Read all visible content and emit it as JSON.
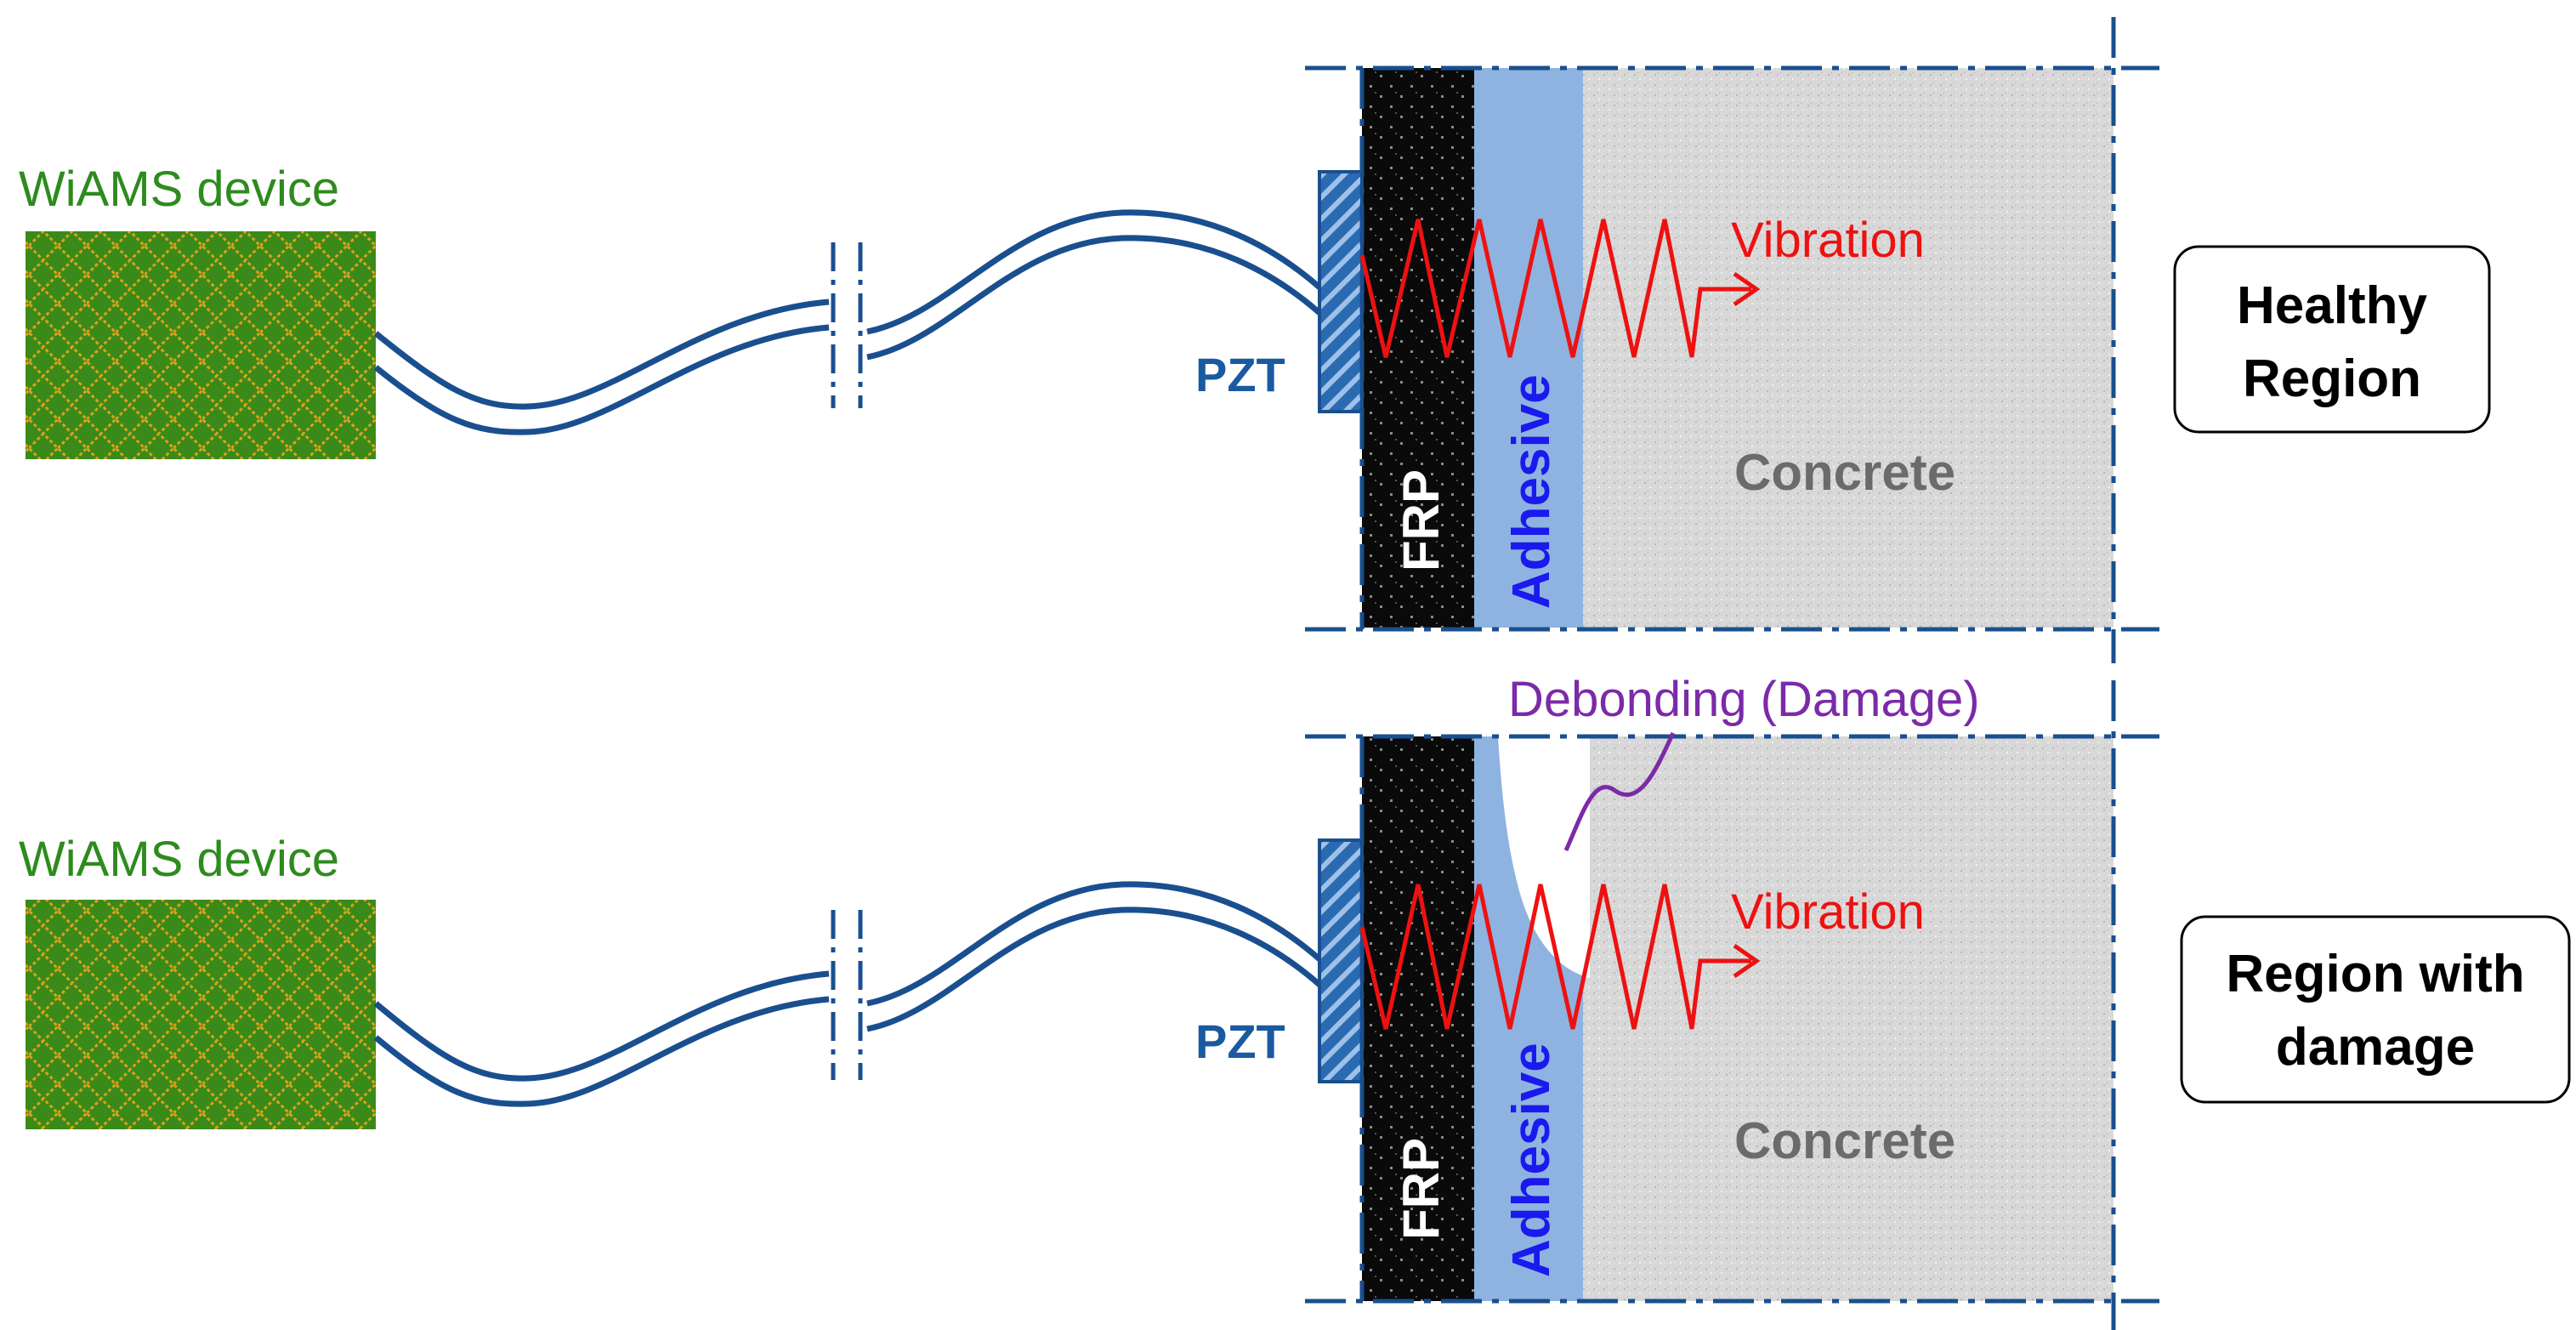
{
  "top_panel": {
    "device_label": "WiAMS device",
    "pzt_label": "PZT",
    "frp_label": "FRP",
    "adhesive_label": "Adhesive",
    "concrete_label": "Concrete",
    "vibration_label": "Vibration",
    "region_line1": "Healthy",
    "region_line2": "Region"
  },
  "bottom_panel": {
    "device_label": "WiAMS device",
    "pzt_label": "PZT",
    "frp_label": "FRP",
    "adhesive_label": "Adhesive",
    "concrete_label": "Concrete",
    "vibration_label": "Vibration",
    "damage_label": "Debonding (Damage)",
    "region_line1": "Region with",
    "region_line2": "damage"
  },
  "colors": {
    "device_green": "#3a8a1a",
    "device_pattern": "#d9a21a",
    "cable_blue": "#1a4f8f",
    "pzt_blue": "#2a6ab0",
    "frp_black": "#0a0a0a",
    "adhesive_blue": "#8fb3e0",
    "concrete_gray": "#d8d8d8",
    "vibration_red": "#ee1111",
    "damage_purple": "#7b2aa8",
    "dashline": "#1a4f8f"
  }
}
